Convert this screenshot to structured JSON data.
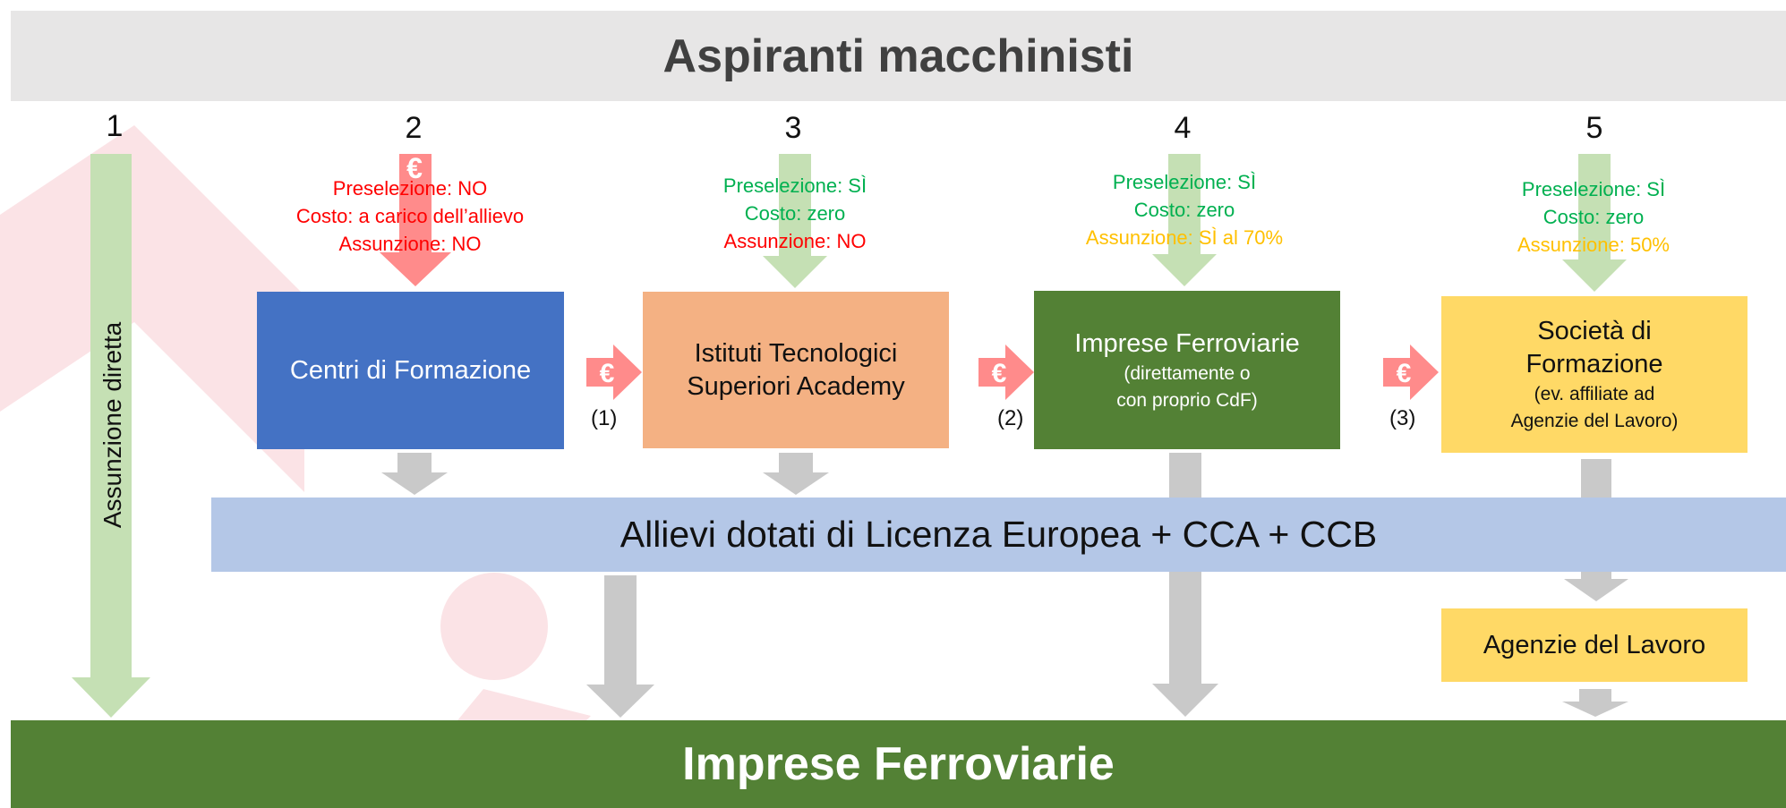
{
  "title": "Aspiranti macchinisti",
  "footer": "Imprese Ferroviarie",
  "column_numbers": [
    "1",
    "2",
    "3",
    "4",
    "5"
  ],
  "direct_hiring_label": "Assunzione diretta",
  "middle_bar": "Allievi dotati di Licenza Europea + CCA + CCB",
  "euro_symbol": "€",
  "paths": [
    {
      "number": "2",
      "box": {
        "lines": [
          "Centri di Formazione"
        ],
        "sub_lines": [],
        "color": "#4472c4",
        "text_color": "#ffffff"
      },
      "info": [
        {
          "text": "Preselezione: NO",
          "color": "#ff0000"
        },
        {
          "text": "Costo: a carico dell’allievo",
          "color": "#ff0000"
        },
        {
          "text": "Assunzione: NO",
          "color": "#ff0000"
        }
      ],
      "arrow_color": "#ff8b8b",
      "has_euro": true
    },
    {
      "number": "3",
      "box": {
        "lines": [
          "Istituti Tecnologici",
          "Superiori Academy"
        ],
        "sub_lines": [],
        "color": "#f4b183",
        "text_color": "#111111"
      },
      "info": [
        {
          "text": "Preselezione: SÌ",
          "color": "#00b050"
        },
        {
          "text": "Costo: zero",
          "color": "#00b050"
        },
        {
          "text": "Assunzione: NO",
          "color": "#ff0000"
        }
      ],
      "arrow_color": "#c5e0b4",
      "has_euro": false
    },
    {
      "number": "4",
      "box": {
        "lines": [
          "Imprese Ferroviarie"
        ],
        "sub_lines": [
          "(direttamente o",
          "con proprio CdF)"
        ],
        "color": "#538135",
        "text_color": "#ffffff"
      },
      "info": [
        {
          "text": "Preselezione: SÌ",
          "color": "#00b050"
        },
        {
          "text": "Costo: zero",
          "color": "#00b050"
        },
        {
          "text": "Assunzione: SÌ al 70%",
          "color": "#ffc000"
        }
      ],
      "arrow_color": "#c5e0b4",
      "has_euro": false
    },
    {
      "number": "5",
      "box": {
        "lines": [
          "Società di",
          "Formazione"
        ],
        "sub_lines": [
          "(ev. affiliate ad",
          "Agenzie del Lavoro)"
        ],
        "color": "#ffd966",
        "text_color": "#111111"
      },
      "info": [
        {
          "text": "Preselezione: SÌ",
          "color": "#00b050"
        },
        {
          "text": "Costo: zero",
          "color": "#00b050"
        },
        {
          "text": "Assunzione: 50%",
          "color": "#ffc000"
        }
      ],
      "arrow_color": "#c5e0b4",
      "has_euro": false
    }
  ],
  "transfer_labels": [
    "(1)",
    "(2)",
    "(3)"
  ],
  "agency_box": "Agenzie del Lavoro",
  "colors": {
    "title_bar": "#e7e6e6",
    "title_text": "#404040",
    "footer_bar": "#538135",
    "middle_bar": "#b4c7e7",
    "gray_arrow": "#c9c9c9",
    "green_arrow": "#c5e0b4",
    "red_arrow": "#ff8b8b",
    "agency_box": "#ffd966",
    "watermark": "#fbe3e6"
  }
}
